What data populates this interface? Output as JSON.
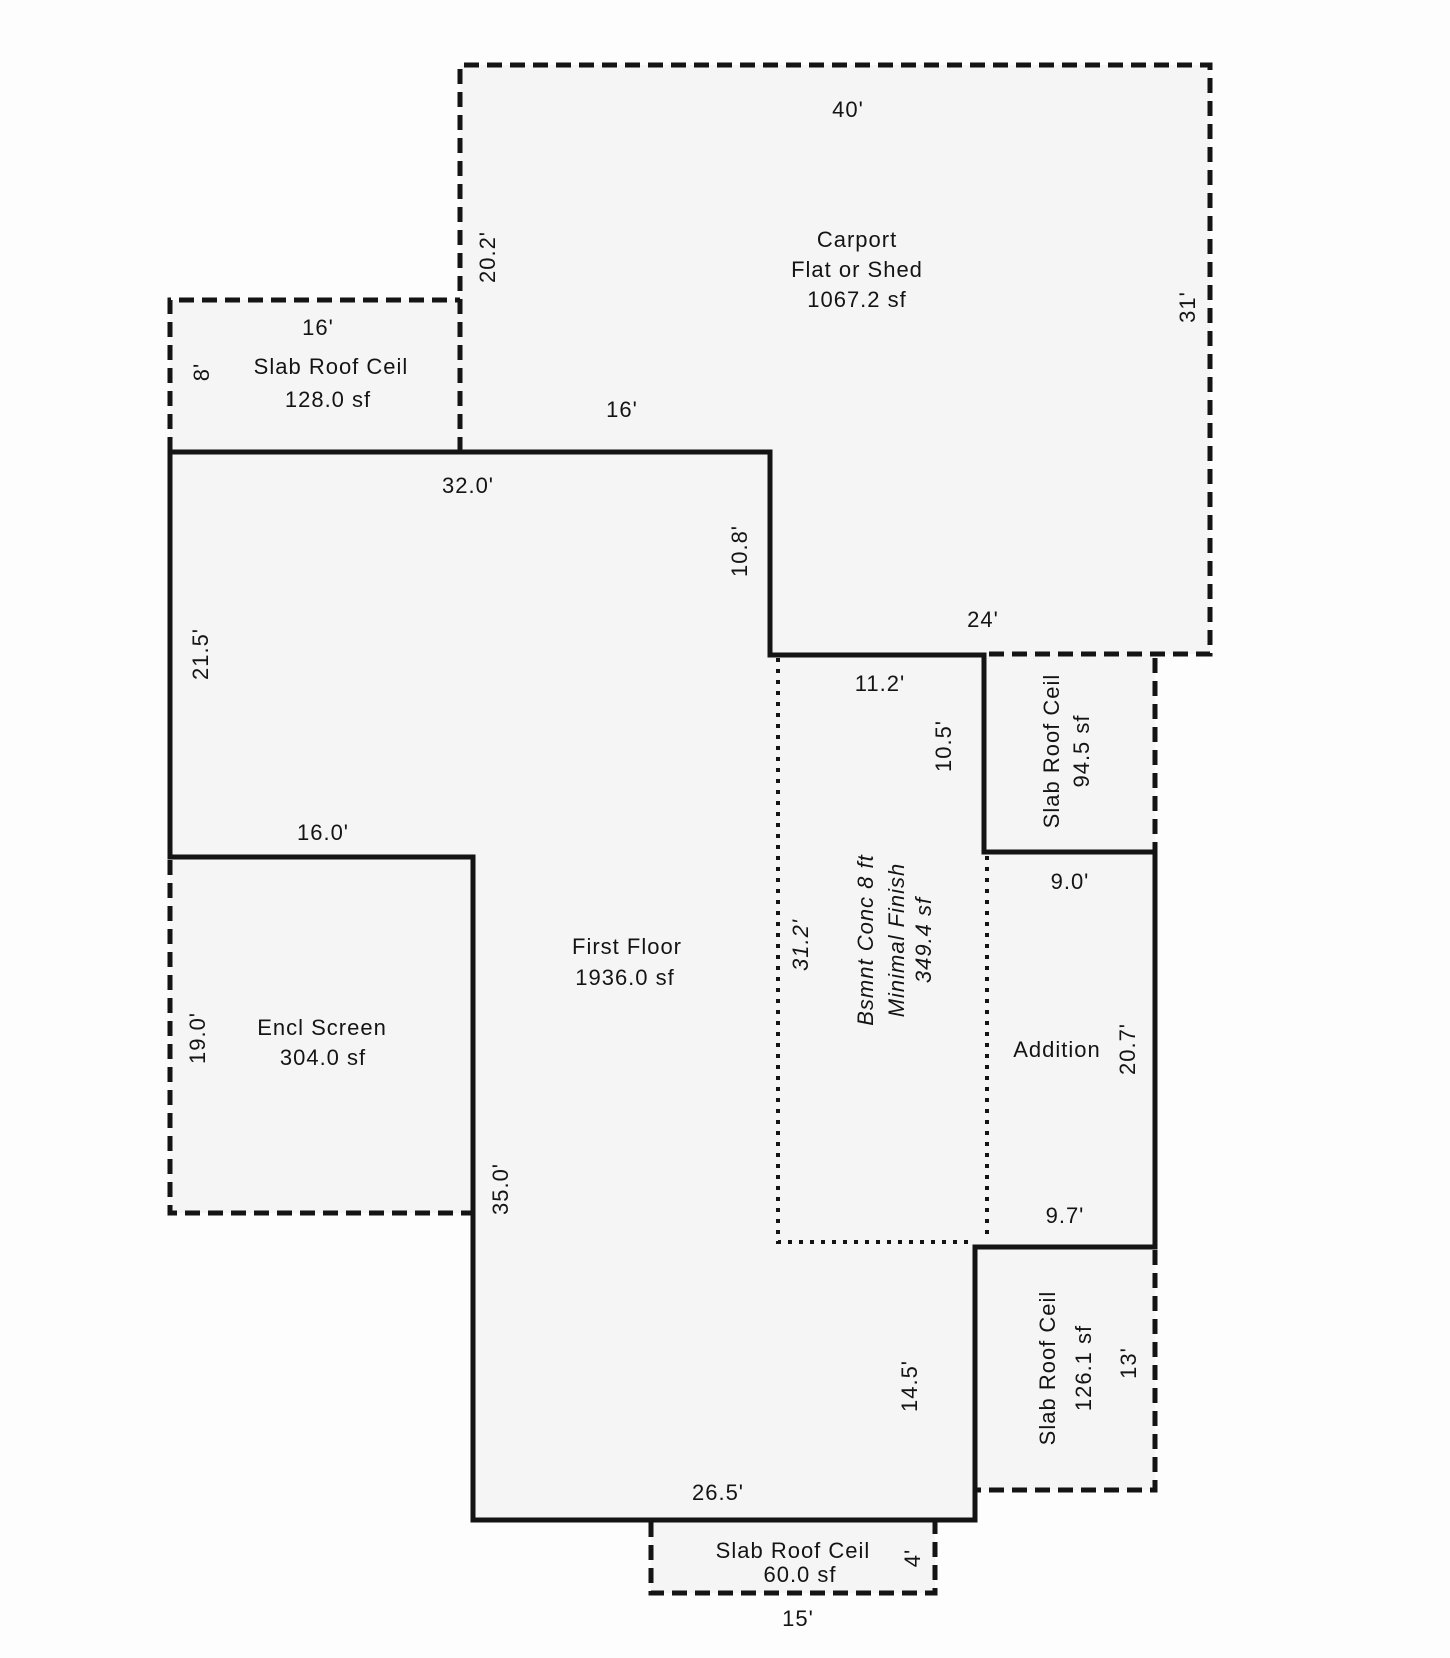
{
  "document": {
    "type": "property-sketch-floor-plan"
  },
  "colors": {
    "line": "#141414",
    "area_fill": "#f5f5f6",
    "background": "#fdfdfd"
  },
  "areas": {
    "carport": {
      "name_line1": "Carport",
      "name_line2": "Flat or Shed",
      "area": "1067.2 sf"
    },
    "slab_roof_ceil_upper_left": {
      "name": "Slab Roof Ceil",
      "area": "128.0 sf"
    },
    "first_floor": {
      "name": "First Floor",
      "area": "1936.0 sf"
    },
    "encl_screen": {
      "name": "Encl Screen",
      "area": "304.0 sf"
    },
    "basement": {
      "name_line1": "Bsmnt Conc 8 ft",
      "name_line2": "Minimal Finish",
      "area": "349.4 sf"
    },
    "slab_roof_ceil_right": {
      "name": "Slab Roof Ceil",
      "area": "94.5 sf"
    },
    "addition": {
      "name": "Addition"
    },
    "slab_roof_ceil_lower_right": {
      "name": "Slab Roof Ceil",
      "area": "126.1 sf"
    },
    "slab_roof_ceil_bottom": {
      "name": "Slab Roof Ceil",
      "area": "60.0 sf"
    }
  },
  "dimensions": {
    "carport_top": "40'",
    "carport_left": "20.2'",
    "carport_right": "31'",
    "carport_bottom_ledge": "16'",
    "carport_bottom": "24'",
    "slab128_top": "16'",
    "slab128_left": "8'",
    "ff_top": "32.0'",
    "ff_step_right": "10.8'",
    "ff_upper_right_h": "11.2'",
    "ff_upper_right_v": "10.5'",
    "ff_left_upper": "21.5'",
    "ff_left_mid": "16.0'",
    "ff_left_lower": "35.0'",
    "ff_right_lower": "14.5'",
    "ff_bottom": "26.5'",
    "bsmt_left": "31.2'",
    "addition_top": "9.0'",
    "addition_right": "20.7'",
    "addition_bottom": "9.7'",
    "slab126_right": "13'",
    "encl_left": "19.0'",
    "slab60_right": "4'",
    "slab60_bottom": "15'"
  }
}
